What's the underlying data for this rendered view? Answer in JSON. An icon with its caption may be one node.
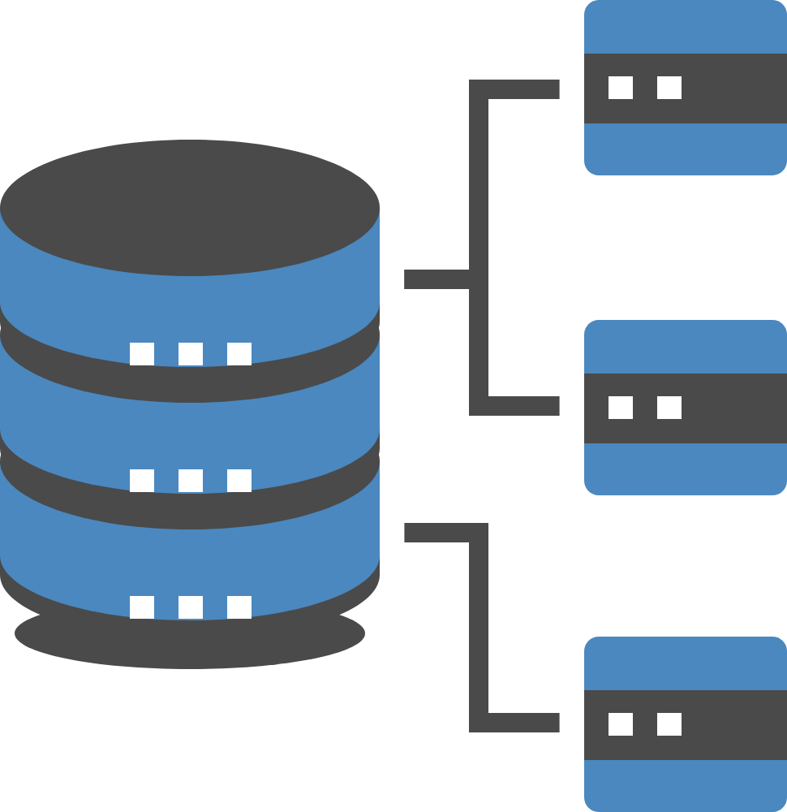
{
  "diagram": {
    "nodes": [
      {
        "text": [],
        "shape": "cylinder"
      },
      {
        "text": [],
        "shape": "box"
      },
      {
        "text": [],
        "shape": "box"
      },
      {
        "text": [],
        "shape": "box"
      }
    ],
    "edges": [
      {
        "from": 0,
        "to": 1,
        "arrow": "none"
      },
      {
        "from": 0,
        "to": 2,
        "arrow": "none"
      },
      {
        "from": 0,
        "to": 3,
        "arrow": "none"
      }
    ]
  }
}
